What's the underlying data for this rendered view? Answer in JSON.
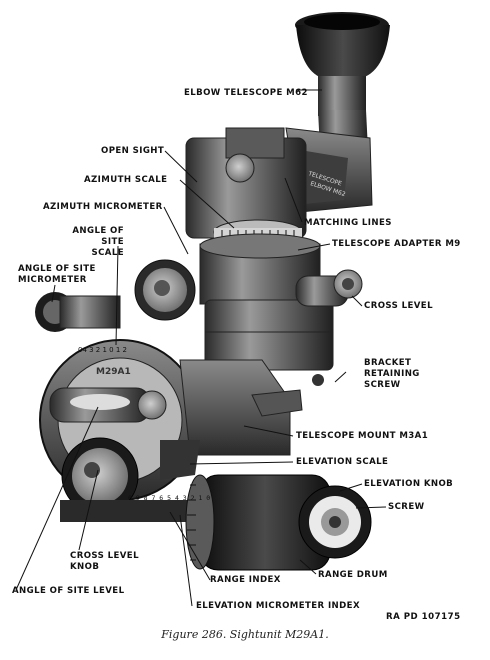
{
  "labels": {
    "elbow_telescope": "ELBOW TELESCOPE M62",
    "open_sight": "OPEN SIGHT",
    "azimuth_scale": "AZIMUTH SCALE",
    "azimuth_micrometer": "AZIMUTH MICROMETER",
    "angle_of_site_scale": [
      "ANGLE OF",
      "SITE SCALE"
    ],
    "angle_of_site_micrometer": [
      "ANGLE OF SITE",
      "MICROMETER"
    ],
    "matching_lines": "MATCHING LINES",
    "telescope_adapter": "TELESCOPE ADAPTER M9",
    "cross_level": "CROSS LEVEL",
    "bracket_retaining_screw": [
      "BRACKET",
      "RETAINING",
      "SCREW"
    ],
    "telescope_mount": "TELESCOPE MOUNT M3A1",
    "elevation_scale": "ELEVATION SCALE",
    "elevation_knob": "ELEVATION KNOB",
    "screw": "SCREW",
    "cross_level_knob": [
      "CROSS LEVEL",
      "KNOB"
    ],
    "angle_of_site_level": "ANGLE OF SITE LEVEL",
    "range_index": "RANGE INDEX",
    "range_drum": "RANGE DRUM",
    "elevation_micrometer_index": "ELEVATION MICROMETER INDEX"
  },
  "dial_text": {
    "scale_numerals": "04 3 2 1 0 1 2",
    "nameplate": "M29A1",
    "elevation_digits": "0 9 8 7 6 5 4 3 2 1 0"
  },
  "ref_number": "RA PD 107175",
  "caption": "Figure 286.   Sightunit M29A1."
}
